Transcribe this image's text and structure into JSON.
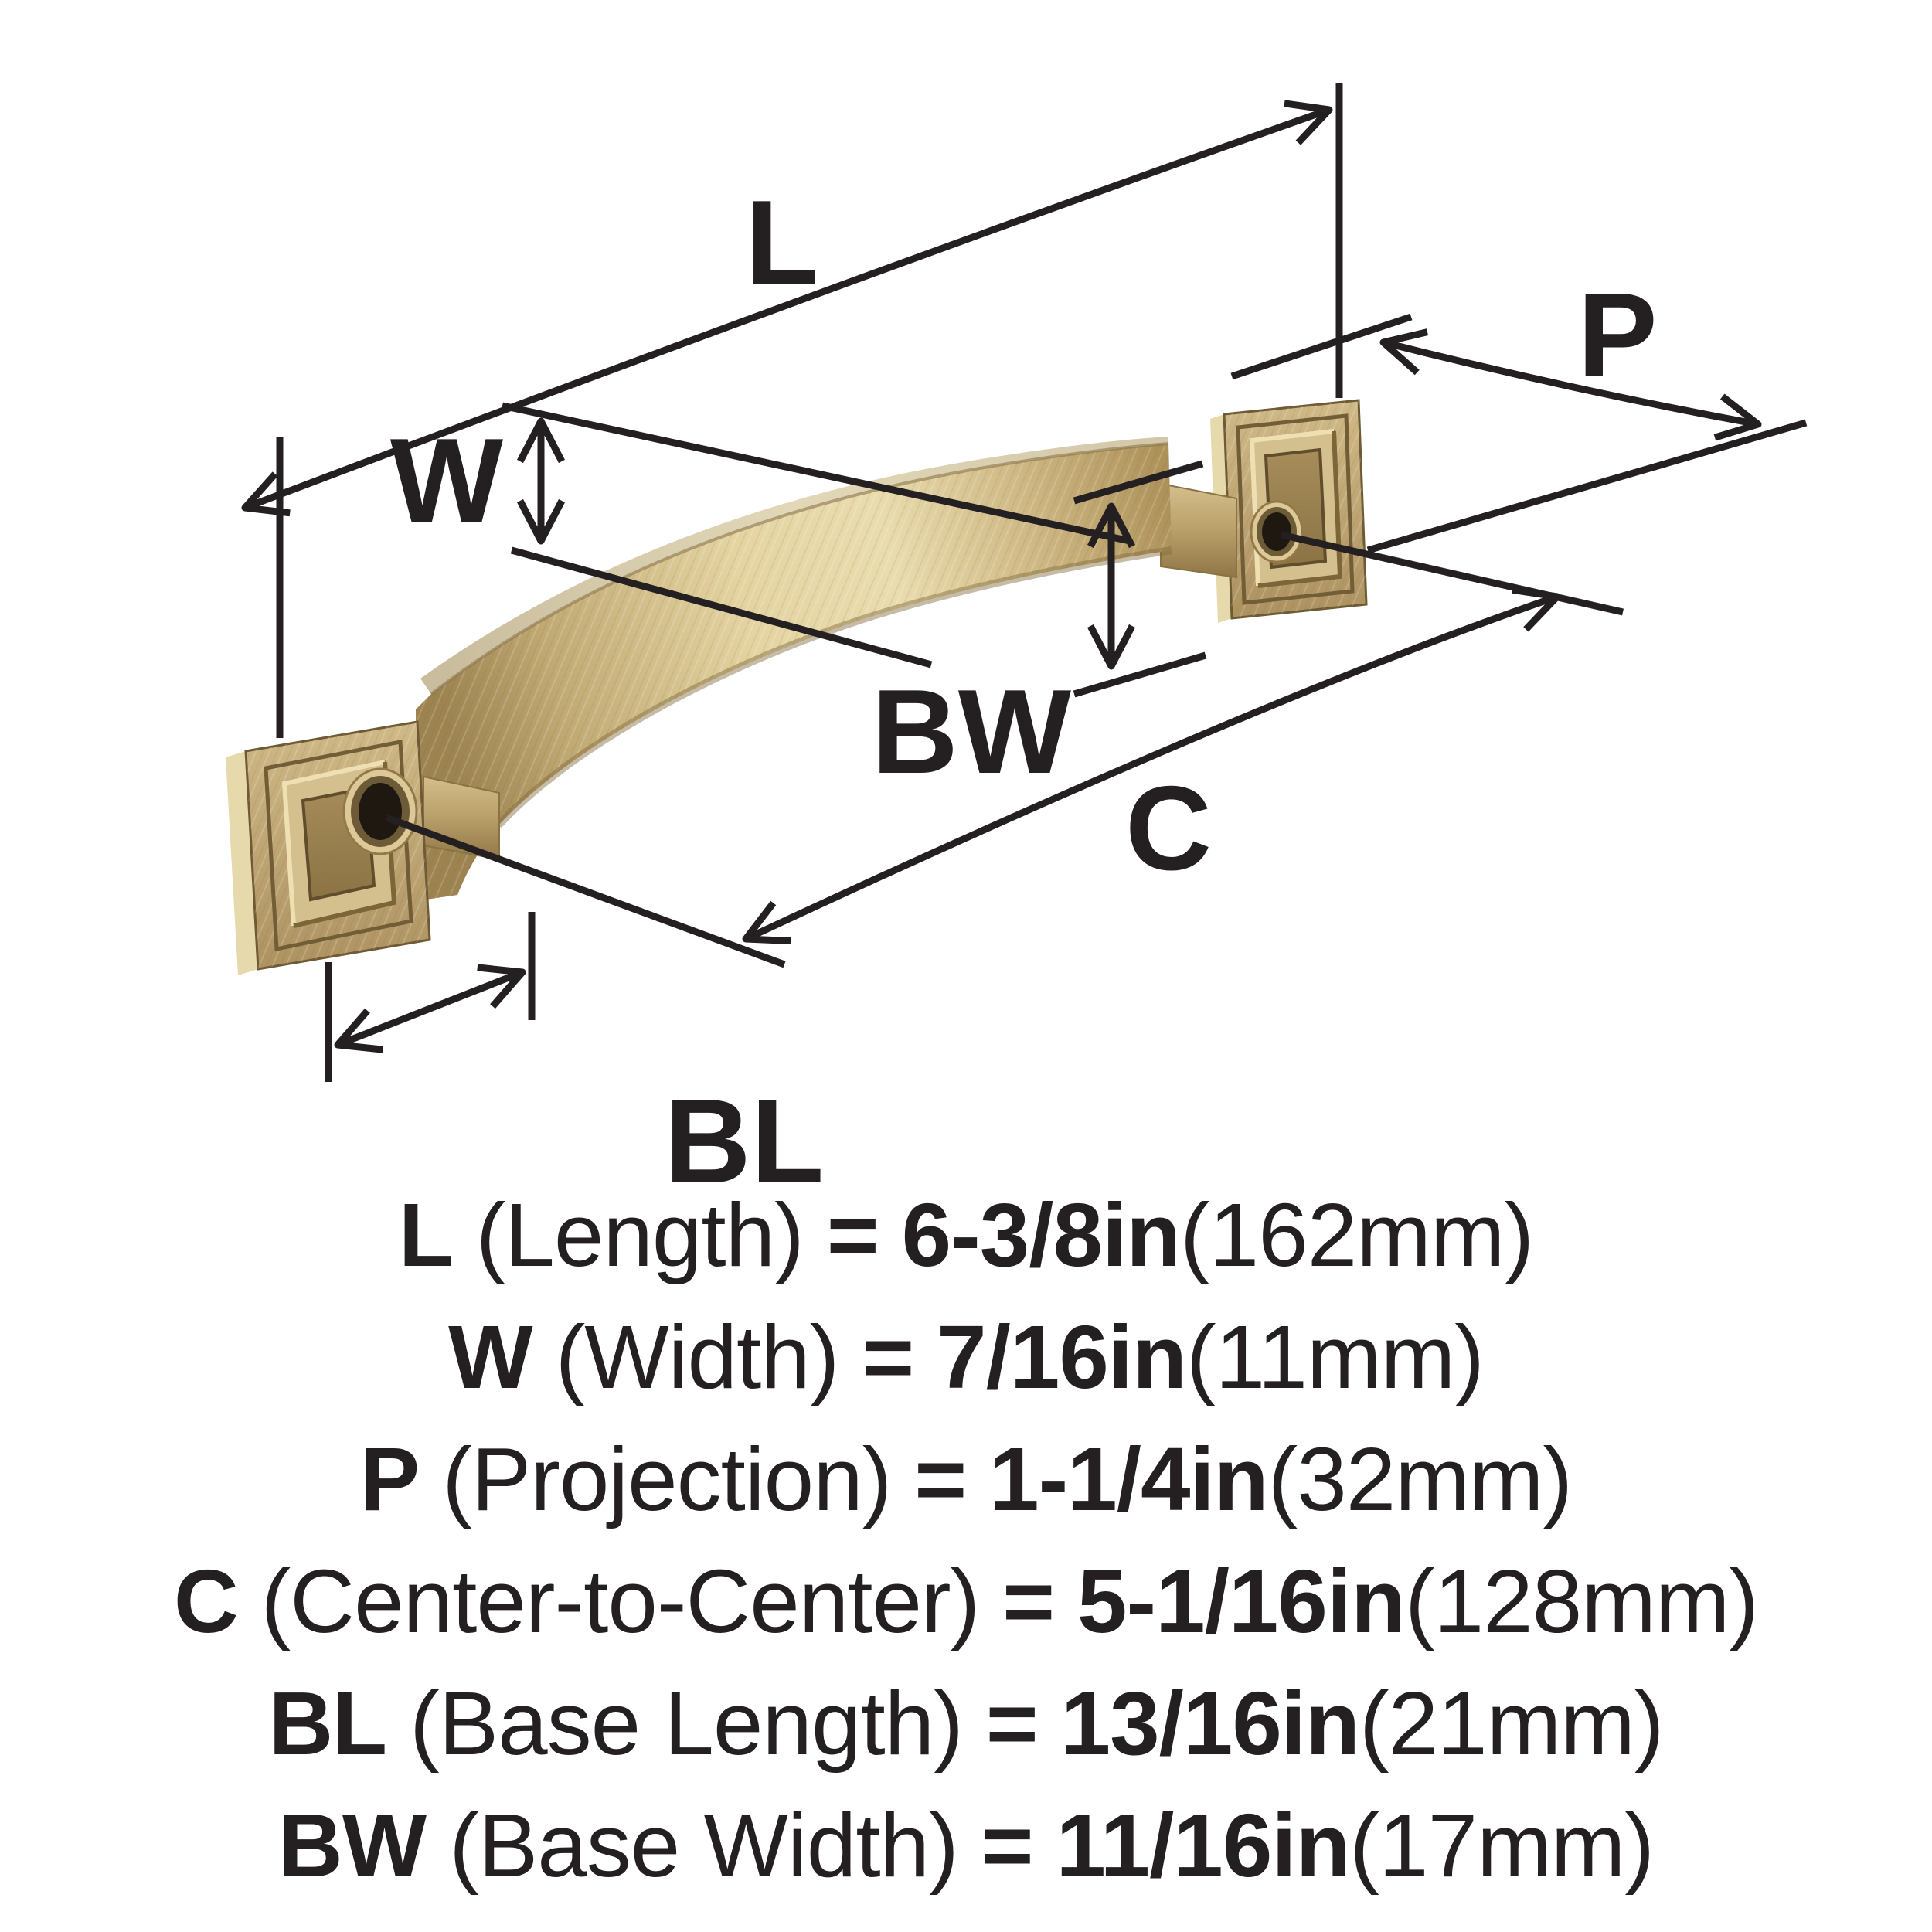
{
  "diagram": {
    "dimension_labels": {
      "length": "L",
      "width": "W",
      "projection": "P",
      "center_to_center": "C",
      "base_length": "BL",
      "base_width": "BW"
    },
    "colors": {
      "line": "#241f20",
      "brass_highlight": "#e9dcae",
      "brass_mid": "#cdb682",
      "brass_shadow": "#9c8350",
      "background": "#ffffff"
    }
  },
  "specs": [
    {
      "code": "L",
      "name": "(Length)",
      "eq": "=",
      "value": "6-3/8in",
      "metric": "(162mm)"
    },
    {
      "code": "W",
      "name": "(Width)",
      "eq": "=",
      "value": "7/16in",
      "metric": "(11mm)"
    },
    {
      "code": "P",
      "name": "(Projection)",
      "eq": "=",
      "value": "1-1/4in",
      "metric": "(32mm)"
    },
    {
      "code": "C",
      "name": "(Center-to-Center)",
      "eq": "=",
      "value": "5-1/16in",
      "metric": "(128mm)"
    },
    {
      "code": "BL",
      "name": "(Base Length)",
      "eq": "=",
      "value": "13/16in",
      "metric": "(21mm)"
    },
    {
      "code": "BW",
      "name": "(Base Width)",
      "eq": "=",
      "value": "11/16in",
      "metric": "(17mm)"
    }
  ]
}
